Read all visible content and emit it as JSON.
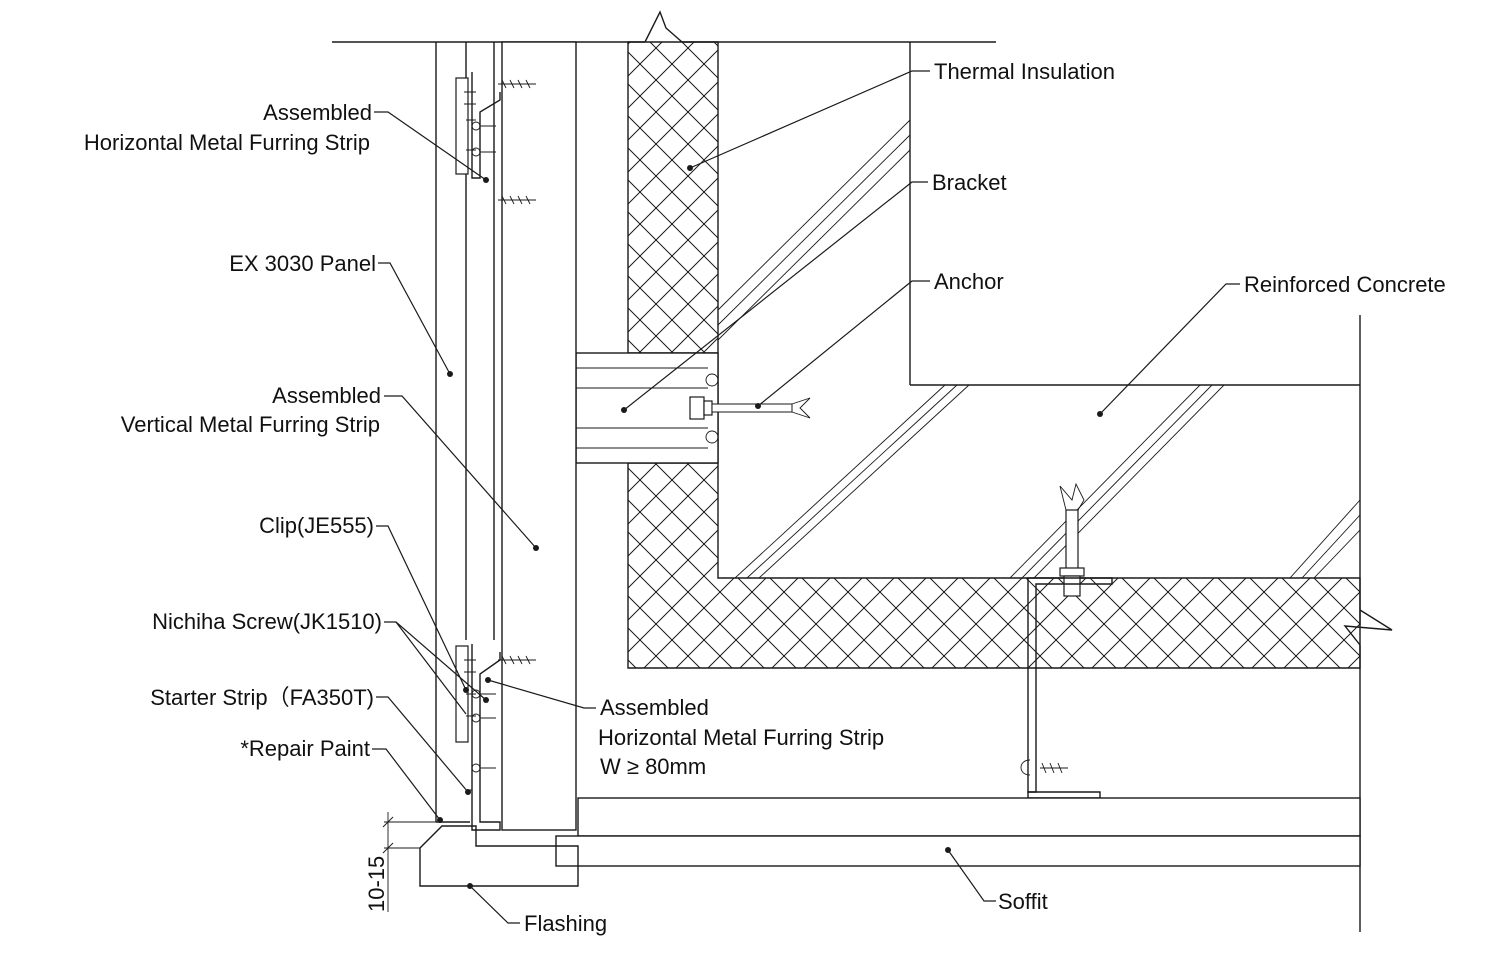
{
  "labels": {
    "thermal_insulation": "Thermal Insulation",
    "bracket": "Bracket",
    "anchor": "Anchor",
    "reinforced_concrete": "Reinforced Concrete",
    "horizontal_strip_top_1": "Assembled",
    "horizontal_strip_top_2": "Horizontal Metal Furring Strip",
    "panel": "EX 3030 Panel",
    "vertical_strip_1": "Assembled",
    "vertical_strip_2": "Vertical Metal Furring Strip",
    "clip": "Clip(JE555)",
    "screw": "Nichiha Screw(JK1510)",
    "starter_strip": "Starter Strip（FA350T)",
    "repair_paint": "*Repair Paint",
    "horizontal_strip_bottom_1": "Assembled",
    "horizontal_strip_bottom_2": "Horizontal Metal Furring Strip",
    "horizontal_strip_bottom_3": "W ≥ 80mm",
    "gap_dimension": "10-15",
    "flashing": "Flashing",
    "soffit": "Soffit"
  },
  "colors": {
    "line": "#1a1a1a",
    "background": "#ffffff"
  }
}
